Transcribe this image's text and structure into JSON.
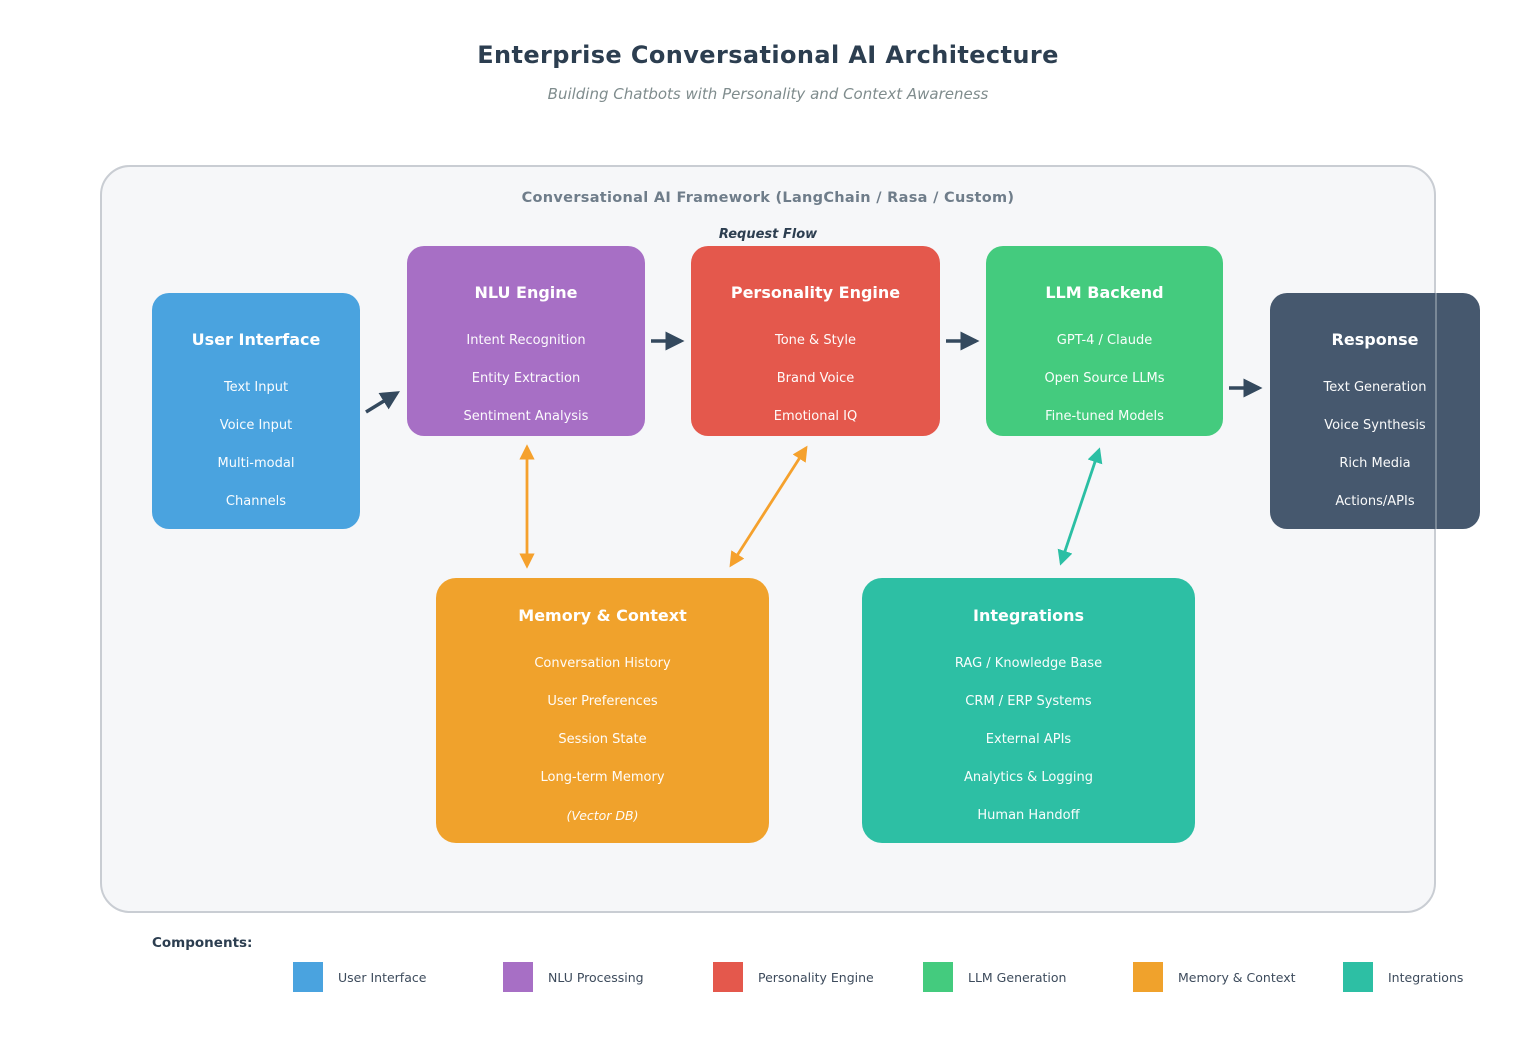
{
  "title": "Enterprise Conversational AI Architecture",
  "subtitle": "Building Chatbots with Personality and Context Awareness",
  "framework": {
    "label": "Conversational AI Framework (LangChain / Rasa / Custom)",
    "flow_label": "Request Flow"
  },
  "boxes": {
    "user_interface": {
      "title": "User Interface",
      "color": "#4AA3DF",
      "items": [
        "Text Input",
        "Voice Input",
        "Multi-modal",
        "Channels"
      ]
    },
    "nlu_engine": {
      "title": "NLU Engine",
      "color": "#A76FC5",
      "items": [
        "Intent Recognition",
        "Entity Extraction",
        "Sentiment Analysis"
      ]
    },
    "personality_engine": {
      "title": "Personality Engine",
      "color": "#E4584C",
      "items": [
        "Tone & Style",
        "Brand Voice",
        "Emotional IQ"
      ]
    },
    "llm_backend": {
      "title": "LLM Backend",
      "color": "#44CB7E",
      "items": [
        "GPT-4 / Claude",
        "Open Source LLMs",
        "Fine-tuned Models"
      ]
    },
    "response": {
      "title": "Response",
      "color": "#46586E",
      "items": [
        "Text Generation",
        "Voice Synthesis",
        "Rich Media",
        "Actions/APIs"
      ]
    },
    "memory_context": {
      "title": "Memory & Context",
      "color": "#F0A22C",
      "items": [
        "Conversation History",
        "User Preferences",
        "Session State",
        "Long-term Memory",
        "(Vector DB)"
      ]
    },
    "integrations": {
      "title": "Integrations",
      "color": "#2DBFA4",
      "items": [
        "RAG / Knowledge Base",
        "CRM / ERP Systems",
        "External APIs",
        "Analytics & Logging",
        "Human Handoff"
      ]
    }
  },
  "legend": {
    "label": "Components:",
    "items": [
      {
        "label": "User Interface",
        "color": "#4AA3DF"
      },
      {
        "label": "NLU Processing",
        "color": "#A76FC5"
      },
      {
        "label": "Personality Engine",
        "color": "#E4584C"
      },
      {
        "label": "LLM Generation",
        "color": "#44CB7E"
      },
      {
        "label": "Memory & Context",
        "color": "#F0A22C"
      },
      {
        "label": "Integrations",
        "color": "#2DBFA4"
      }
    ]
  },
  "colors": {
    "page_background": "#FFFFFF",
    "frame_background": "#F6F7F9",
    "frame_border": "#C9CDD3",
    "title_text": "#2C3E50",
    "subtitle_text": "#7F8C8D",
    "frame_label_text": "#6F7D8A",
    "arrow_dark": "#34495E",
    "arrow_orange": "#F5A12D",
    "arrow_teal": "#2BBFA4"
  }
}
